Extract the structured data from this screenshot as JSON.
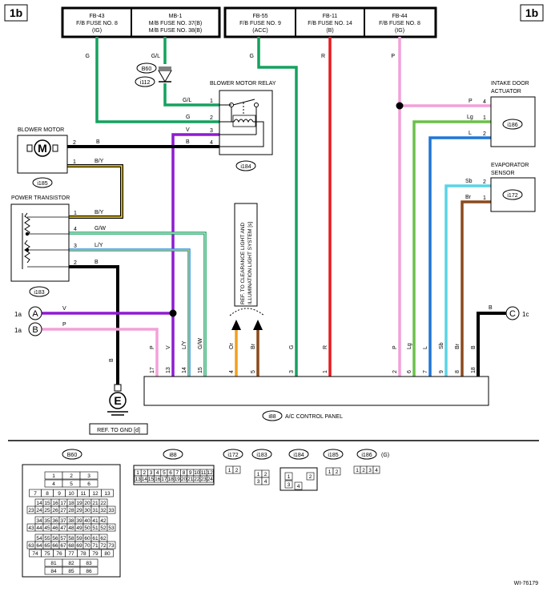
{
  "page_refs": {
    "left": "1b",
    "right": "1b"
  },
  "fuses": [
    {
      "name": "FB-43",
      "desc": "F/B FUSE NO. 8",
      "note": "(IG)"
    },
    {
      "name": "MB-1",
      "desc": "M/B FUSE NO. 37(B)",
      "note": "M/B FUSE NO. 38(B)"
    },
    {
      "name": "FB-55",
      "desc": "F/B FUSE NO. 9",
      "note": "(ACC)"
    },
    {
      "name": "FB-11",
      "desc": "F/B FUSE NO. 14",
      "note": "(B)"
    },
    {
      "name": "FB-44",
      "desc": "F/B FUSE NO. 8",
      "note": "(IG)"
    }
  ],
  "components": {
    "blower_motor": {
      "title": "BLOWER MOTOR",
      "ref": "i185",
      "symbol": "M"
    },
    "power_transistor": {
      "title": "POWER TRANSISTOR",
      "ref": "i183"
    },
    "relay": {
      "title": "BLOWER MOTOR RELAY",
      "ref": "i184"
    },
    "intake": {
      "title": "INTAKE DOOR",
      "title2": "ACTUATOR",
      "ref": "i186"
    },
    "evaporator": {
      "title": "EVAPORATOR",
      "title2": "SENSOR",
      "ref": "i172"
    },
    "control_panel": {
      "ref": "i88",
      "title": "A/C CONTROL PANEL"
    },
    "diode": {
      "ref1": "B60",
      "ref2": "i112"
    },
    "ground": {
      "symbol": "E",
      "ref": "REF. TO GND  [d]"
    }
  },
  "ref_note": "REF. TO CLEARANCE LIGHT AND ILLUMINATION LIGHT SYSTEM  [s]",
  "ref_note_l1": "REF. TO CLEARANCE LIGHT AND",
  "ref_note_l2": "ILLUMINATION LIGHT SYSTEM  [s]",
  "connectors": {
    "a": {
      "letter": "A",
      "label": "1a"
    },
    "b": {
      "letter": "B",
      "label": "1a"
    },
    "c": {
      "letter": "C",
      "label": "1c"
    }
  },
  "colors": {
    "G": "#14a25f",
    "GL": "#14a25f",
    "B": "#000000",
    "V": "#8f1bd1",
    "BY": "#e8c21a",
    "GW": "#14a25f",
    "LY": "#2b8fd9",
    "P": "#f2a1d9",
    "R": "#e8191e",
    "Lg": "#6cc04a",
    "L": "#1f75d6",
    "Sb": "#5ad4e6",
    "Br": "#8a4a1c",
    "Or": "#f0a01e"
  },
  "wires": {
    "fuse1": "G",
    "diode": "G/L",
    "fuse3": "G",
    "fuse4": "R",
    "fuse5": "P",
    "relay1": "G/L",
    "relay2": "G",
    "relay3": "V",
    "relay4": "B",
    "bm2": "B",
    "bm1": "B/Y",
    "pt1": "B/Y",
    "pt4": "G/W",
    "pt3": "L/Y",
    "pt2": "B",
    "int4": "P",
    "int1": "Lg",
    "int2": "L",
    "ev2": "Sb",
    "ev1": "Br",
    "a_wire": "V",
    "b_wire": "P",
    "c_wire": "B",
    "gnd": "B"
  },
  "pins": {
    "relay": [
      "1",
      "2",
      "3",
      "4"
    ],
    "bm": [
      "2",
      "1"
    ],
    "pt": [
      "1",
      "4",
      "3",
      "2"
    ],
    "intake": [
      "4",
      "1",
      "2"
    ],
    "evap": [
      "2",
      "1"
    ]
  },
  "panel_pins": [
    {
      "pin": "17",
      "wire": "P"
    },
    {
      "pin": "13",
      "wire": "V"
    },
    {
      "pin": "14",
      "wire": "L/Y"
    },
    {
      "pin": "15",
      "wire": "G/W"
    },
    {
      "pin": "4",
      "wire": "Or"
    },
    {
      "pin": "5",
      "wire": "Br"
    },
    {
      "pin": "3",
      "wire": "G"
    },
    {
      "pin": "1",
      "wire": "R"
    },
    {
      "pin": "2",
      "wire": "P"
    },
    {
      "pin": "6",
      "wire": "Lg"
    },
    {
      "pin": "7",
      "wire": "L"
    },
    {
      "pin": "9",
      "wire": "Sb"
    },
    {
      "pin": "8",
      "wire": "Br"
    },
    {
      "pin": "18",
      "wire": "B"
    }
  ],
  "connector_views": {
    "b60_label": "B60",
    "b60_rows": [
      [
        "1",
        "2",
        "3"
      ],
      [
        "4",
        "5",
        "6"
      ],
      [
        "7",
        "8",
        "9",
        "10",
        "11",
        "12",
        "13"
      ],
      [
        "14",
        "15",
        "16",
        "17",
        "18",
        "19",
        "20",
        "21",
        "22"
      ],
      [
        "23",
        "24",
        "25",
        "26",
        "27",
        "28",
        "29",
        "30",
        "31",
        "32",
        "33"
      ],
      [
        "34",
        "35",
        "36",
        "37",
        "38",
        "39",
        "40",
        "41",
        "42"
      ],
      [
        "43",
        "44",
        "45",
        "46",
        "47",
        "48",
        "49",
        "50",
        "51",
        "52",
        "53"
      ],
      [
        "54",
        "55",
        "56",
        "57",
        "58",
        "59",
        "60",
        "61",
        "62"
      ],
      [
        "63",
        "64",
        "65",
        "66",
        "67",
        "68",
        "69",
        "70",
        "71",
        "72",
        "73"
      ],
      [
        "74",
        "75",
        "76",
        "77",
        "78",
        "79",
        "80"
      ],
      [
        "81",
        "82",
        "83"
      ],
      [
        "84",
        "85",
        "86"
      ]
    ],
    "i88_label": "i88",
    "i88_top": [
      "1",
      "2",
      "3",
      "4",
      "5",
      "6",
      "7",
      "8",
      "9",
      "10",
      "11",
      "12"
    ],
    "i88_bottom": [
      "13",
      "14",
      "15",
      "16",
      "17",
      "18",
      "19",
      "20",
      "21",
      "22",
      "23",
      "24"
    ],
    "i172_label": "i172",
    "i172_pins": [
      "1",
      "2"
    ],
    "i183_label": "i183",
    "i183_pins": [
      "1",
      "2",
      "3",
      "4"
    ],
    "i184_label": "i184",
    "i184_pins": [
      "1",
      "2",
      "3",
      "4"
    ],
    "i185_label": "i185",
    "i185_pins": [
      "1",
      "2"
    ],
    "i186_label": "i186",
    "i186_note": "(G)",
    "i186_pins": [
      "1",
      "2",
      "3",
      "4"
    ]
  },
  "figure_id": "WI-76179"
}
